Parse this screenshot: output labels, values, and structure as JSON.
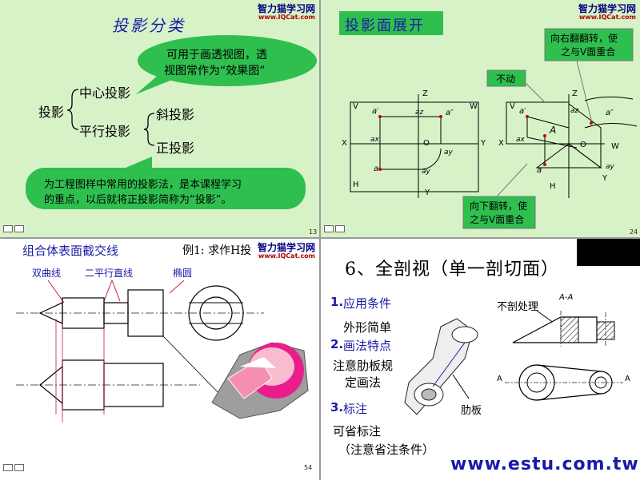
{
  "branding": {
    "logo_name": "智力猫学习网",
    "logo_site": "www.IQCat.com",
    "watermark": "www.estu.com.tw"
  },
  "slide1": {
    "title": "投影分类",
    "callout_top": "可用于画透视图，透视图常作为“效果图”",
    "callout_top_line1": "可用于画透视图，透",
    "callout_top_line2": "视图常作为“效果图”",
    "root": "投影",
    "center": "中心投影",
    "parallel": "平行投影",
    "oblique": "斜投影",
    "orthographic": "正投影",
    "callout_bottom_line1": "为工程图样中常用的投影法，是本课程学习",
    "callout_bottom_line2": "的重点，以后就将正投影简称为“投影”。",
    "page": "13"
  },
  "slide2": {
    "title": "投影面展开",
    "note_right_line1": "向右翻翻转，使",
    "note_right_line2": "之与V面重合",
    "note_fixed": "不动",
    "note_down_line1": "向下翻转，使",
    "note_down_line2": "之与V面重合",
    "labels": {
      "z": "Z",
      "v": "V",
      "w": "W",
      "x": "X",
      "y": "Y",
      "h": "H",
      "o": "O",
      "a": "a",
      "a1": "a′",
      "a2": "a″",
      "A": "A",
      "ax": "ax",
      "ay": "ay",
      "az": "az"
    },
    "page": "24"
  },
  "slide3": {
    "title": "组合体表面截交线",
    "example": "例1:  求作H投",
    "label_hyperbola": "双曲线",
    "label_parallel_lines": "二平行直线",
    "label_ellipse": "椭圆",
    "page": "54"
  },
  "slide4": {
    "title": "6、全剖视（单一剖切面）",
    "item1_num": "1.",
    "item1": "应用条件",
    "item1_detail": "外形简单",
    "item2_num": "2.",
    "item2": "画法特点",
    "item2_detail_line1": "注意肋板规",
    "item2_detail_line2": "定画法",
    "item3_num": "3.",
    "item3": "标注",
    "item3_detail_line1": "可省标注",
    "item3_detail_line2": "（注意省注条件）",
    "label_not_cut": "不剖处理",
    "section_label": "A-A",
    "label_rib": "肋板",
    "cut_letter": "A"
  },
  "colors": {
    "slide_bg": "#d8f2c8",
    "title_blue": "#1a1aa6",
    "callout_green": "#2fbf4f",
    "black_box": "#000000"
  }
}
